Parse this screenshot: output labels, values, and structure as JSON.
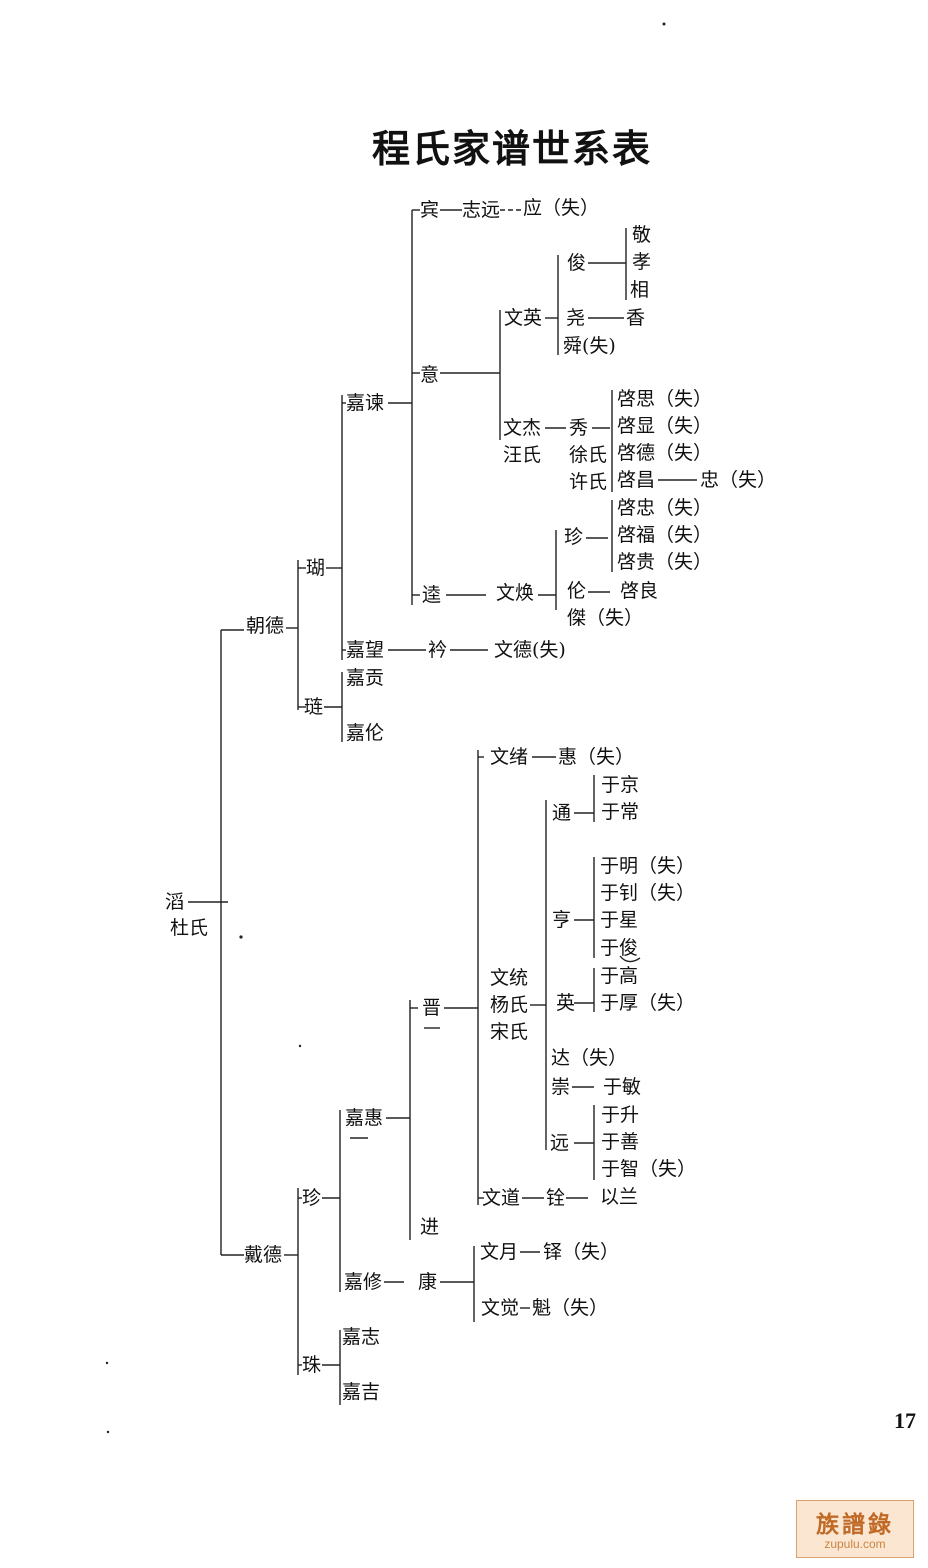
{
  "page": {
    "title": "程氏家谱世系表",
    "number": "17",
    "watermark": {
      "logo": "族譜錄",
      "url": "zupulu.com"
    }
  },
  "nodes": {
    "root": "滔",
    "root_spouse": "杜氏",
    "chaode": "朝德",
    "daide": "戴德",
    "hu": "瑚",
    "lian": "琏",
    "jiajian": "嘉谏",
    "jiawang": "嘉望",
    "jiagong": "嘉贡",
    "jialun": "嘉伦",
    "bin": "宾",
    "zhiyuan": "志远",
    "ying_shi": "应（失）",
    "yi": "意",
    "wenying": "文英",
    "jun": "俊",
    "jing": "敬",
    "xiao": "孝",
    "xiang": "相",
    "yao": "尧",
    "xiang2": "香",
    "shun": "舜(失)",
    "wenjie": "文杰",
    "wangshi": "汪氏",
    "xiu": "秀",
    "xushi": "徐氏",
    "xushi2": "许氏",
    "qisi": "啓思（失）",
    "qixian": "啓显（失）",
    "qide": "啓德（失）",
    "qichang": "啓昌",
    "zhong": "忠（失）",
    "da": "逵",
    "wenhuan": "文焕",
    "zhen": "珍",
    "qizhong": "啓忠（失）",
    "qifu": "啓福（失）",
    "qigui": "啓贵（失）",
    "lun": "伦",
    "qiliang": "啓良",
    "jie": "傑（失）",
    "ling": "衿",
    "wende": "文德(失)",
    "zhen2": "珍",
    "zhu": "珠",
    "jiahui": "嘉惠",
    "jiaxiu": "嘉修",
    "jiazhi": "嘉志",
    "jiaji": "嘉吉",
    "jin": "晋",
    "jin2": "进",
    "wenxu": "文绪",
    "hui_shi": "惠（失）",
    "wentong": "文统",
    "yangshi": "杨氏",
    "songshi": "宋氏",
    "tong": "通",
    "yujing": "于京",
    "yuchang": "于常",
    "heng": "亨",
    "yuming": "于明（失）",
    "yuzhao": "于钊（失）",
    "yuxing": "于星",
    "yujun": "于俊",
    "ying2": "英",
    "yugao": "于高",
    "yuhou": "于厚（失）",
    "da2": "达（失）",
    "chong": "崇",
    "yumin": "于敏",
    "yuan": "远",
    "yusheng": "于升",
    "yushan": "于善",
    "yuzhi": "于智（失）",
    "wendao": "文道",
    "quan": "铨",
    "yilan": "以兰",
    "kang": "康",
    "wenyue": "文月",
    "duo": "铎（失）",
    "wenjue": "文觉",
    "kui": "魁（失）"
  }
}
